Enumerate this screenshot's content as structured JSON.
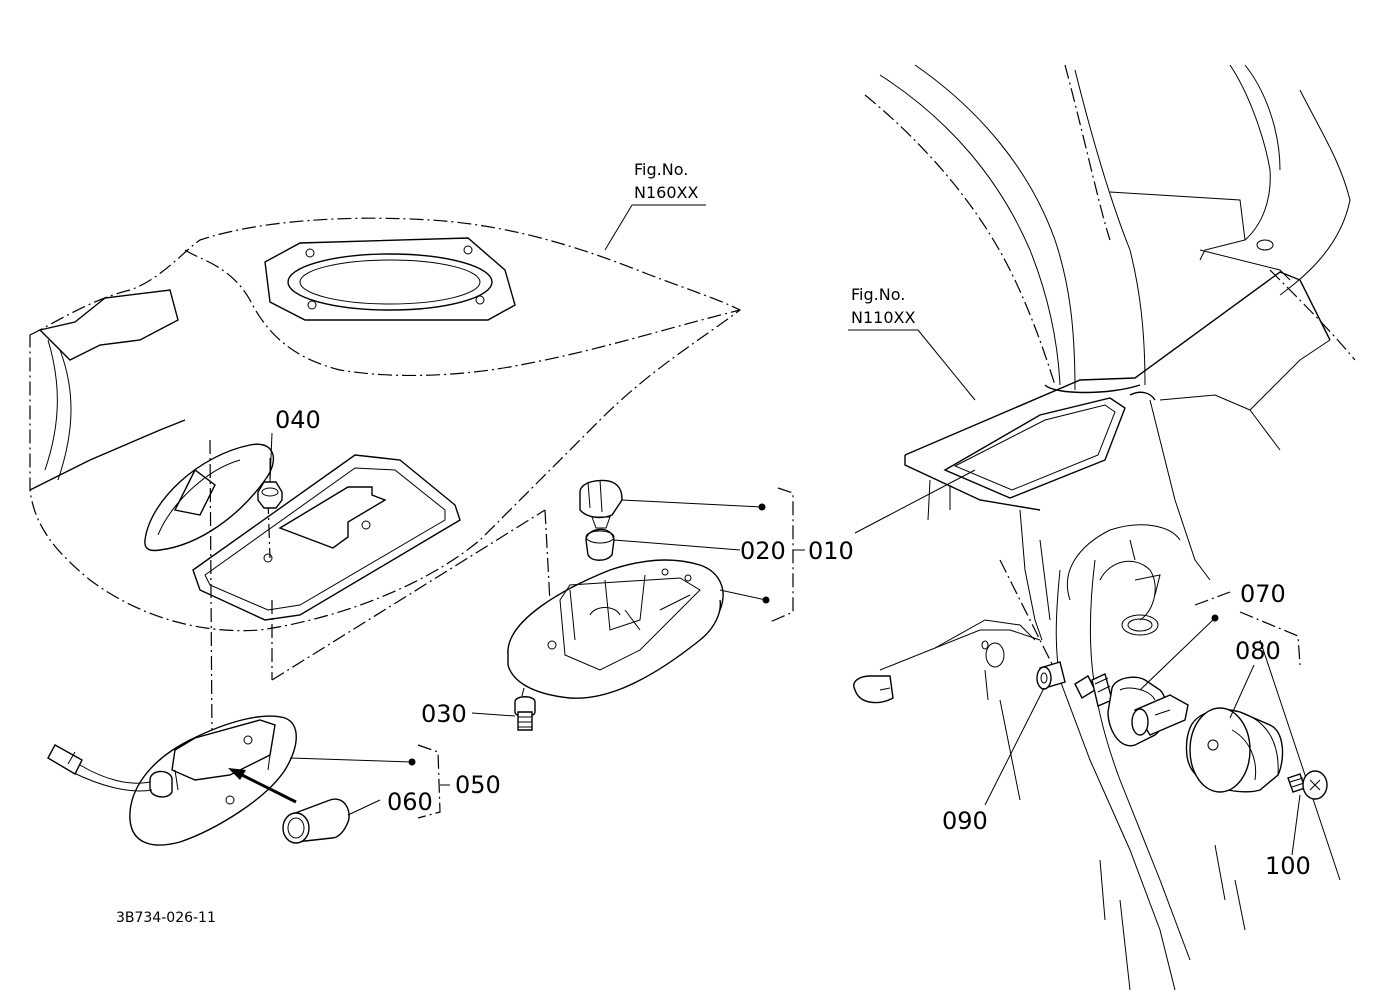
{
  "fig_refs": {
    "roof": {
      "label": "Fig.No.",
      "number": "N160XX"
    },
    "frame": {
      "label": "Fig.No.",
      "number": "N110XX"
    }
  },
  "parts": {
    "p010": "010",
    "p020": "020",
    "p030": "030",
    "p040": "040",
    "p050": "050",
    "p060": "060",
    "p070": "070",
    "p080": "080",
    "p090": "090",
    "p100": "100"
  },
  "drawing_code": "3B734-026-11"
}
